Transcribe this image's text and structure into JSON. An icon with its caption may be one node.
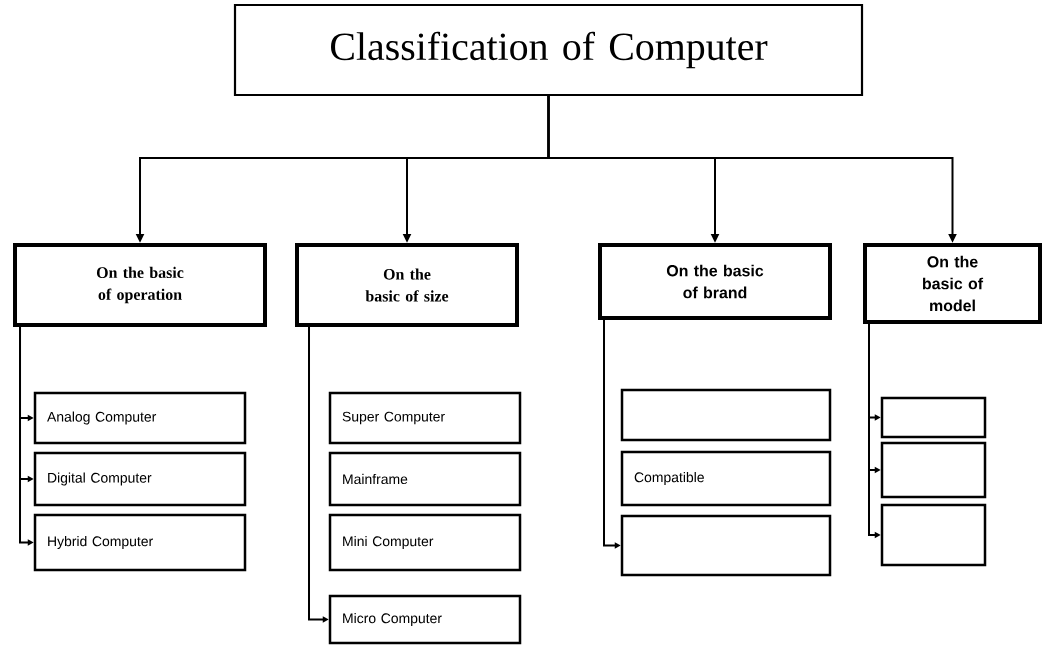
{
  "diagram": {
    "nodes": [
      {
        "text": [
          "Classification of Computer"
        ]
      },
      {
        "text": [
          "On the basic of operation"
        ]
      },
      {
        "text": [
          "On the basic of size"
        ]
      },
      {
        "text": [
          "On the basic of brand"
        ]
      },
      {
        "text": [
          "On the basic of model"
        ]
      },
      {
        "text": [
          "Analog Computer"
        ]
      },
      {
        "text": [
          "Digital Computer"
        ]
      },
      {
        "text": [
          "Hybrid Computer"
        ]
      },
      {
        "text": [
          "Super Computer"
        ]
      },
      {
        "text": [
          "Mainframe"
        ]
      },
      {
        "text": [
          "Mini Computer"
        ]
      },
      {
        "text": [
          "Micro Computer"
        ]
      },
      {
        "text": [],
        "shape": "box"
      },
      {
        "text": [
          "Compatible"
        ]
      },
      {
        "text": [],
        "shape": "box"
      },
      {
        "text": [],
        "shape": "box"
      },
      {
        "text": [],
        "shape": "box"
      },
      {
        "text": [],
        "shape": "box"
      }
    ],
    "edges": [
      {
        "from": 0,
        "to": 1,
        "arrow": "to"
      },
      {
        "from": 0,
        "to": 2,
        "arrow": "to"
      },
      {
        "from": 0,
        "to": 3,
        "arrow": "to"
      },
      {
        "from": 0,
        "to": 4,
        "arrow": "to"
      },
      {
        "from": 1,
        "to": 5,
        "arrow": "to"
      },
      {
        "from": 1,
        "to": 6,
        "arrow": "to"
      },
      {
        "from": 1,
        "to": 7,
        "arrow": "to"
      },
      {
        "from": 2,
        "to": 11,
        "arrow": "to"
      },
      {
        "from": 3,
        "to": 14,
        "arrow": "to"
      },
      {
        "from": 4,
        "to": 15,
        "arrow": "to"
      },
      {
        "from": 4,
        "to": 16,
        "arrow": "to"
      },
      {
        "from": 4,
        "to": 17,
        "arrow": "to"
      }
    ]
  }
}
